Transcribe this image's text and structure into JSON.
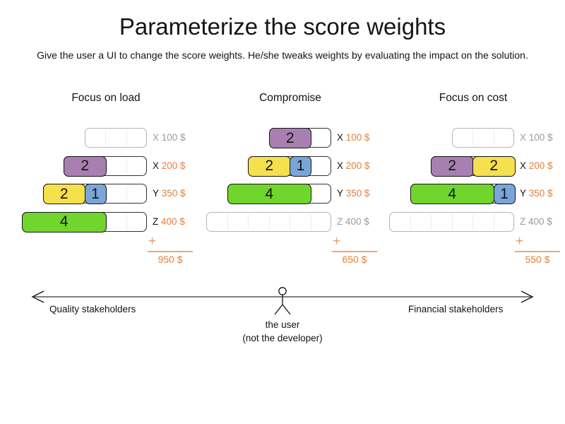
{
  "title": "Parameterize the score weights",
  "subtitle": "Give the user a UI to change the score weights. He/she tweaks weights by evaluating the impact on the solution.",
  "colors": {
    "purple": "#a87fb0",
    "yellow": "#f5e04d",
    "blue": "#7aa5d8",
    "green": "#70d52d",
    "orange_text": "#e5803a",
    "orange_line": "#f0a873",
    "grey_text": "#9b9b9b"
  },
  "panels": [
    {
      "title": "Focus on load",
      "plus_sign": "+",
      "total": "950 $",
      "rows": [
        {
          "var": "X",
          "cost": "100 $",
          "cells": 3,
          "active": false,
          "blocks": []
        },
        {
          "var": "X",
          "cost": "200 $",
          "cells": 4,
          "active": true,
          "blocks": [
            {
              "value": "2",
              "color": "purple",
              "span": 2
            }
          ]
        },
        {
          "var": "Y",
          "cost": "350 $",
          "cells": 5,
          "active": true,
          "blocks": [
            {
              "value": "2",
              "color": "yellow",
              "span": 2
            },
            {
              "value": "1",
              "color": "blue",
              "span": 1
            }
          ]
        },
        {
          "var": "Z",
          "cost": "400 $",
          "cells": 6,
          "active": true,
          "blocks": [
            {
              "value": "4",
              "color": "green",
              "span": 4
            }
          ]
        }
      ]
    },
    {
      "title": "Compromise",
      "plus_sign": "+",
      "total": "650 $",
      "rows": [
        {
          "var": "X",
          "cost": "100 $",
          "cells": 3,
          "active": true,
          "blocks": [
            {
              "value": "2",
              "color": "purple",
              "span": 2
            }
          ]
        },
        {
          "var": "X",
          "cost": "200 $",
          "cells": 4,
          "active": true,
          "blocks": [
            {
              "value": "2",
              "color": "yellow",
              "span": 2
            },
            {
              "value": "1",
              "color": "blue",
              "span": 1
            }
          ]
        },
        {
          "var": "Y",
          "cost": "350 $",
          "cells": 5,
          "active": true,
          "blocks": [
            {
              "value": "4",
              "color": "green",
              "span": 4
            }
          ]
        },
        {
          "var": "Z",
          "cost": "400 $",
          "cells": 6,
          "active": false,
          "blocks": []
        }
      ]
    },
    {
      "title": "Focus on cost",
      "plus_sign": "+",
      "total": "550 $",
      "rows": [
        {
          "var": "X",
          "cost": "100 $",
          "cells": 3,
          "active": false,
          "blocks": []
        },
        {
          "var": "X",
          "cost": "200 $",
          "cells": 4,
          "active": true,
          "blocks": [
            {
              "value": "2",
              "color": "purple",
              "span": 2
            },
            {
              "value": "2",
              "color": "yellow",
              "span": 2
            }
          ]
        },
        {
          "var": "Y",
          "cost": "350 $",
          "cells": 5,
          "active": true,
          "blocks": [
            {
              "value": "4",
              "color": "green",
              "span": 4
            },
            {
              "value": "1",
              "color": "blue",
              "span": 1
            }
          ]
        },
        {
          "var": "Z",
          "cost": "400 $",
          "cells": 6,
          "active": false,
          "blocks": []
        }
      ]
    }
  ],
  "axis": {
    "left_label": "Quality stakeholders",
    "right_label": "Financial stakeholders",
    "center_caption_line1": "the user",
    "center_caption_line2": "(not the developer)"
  }
}
